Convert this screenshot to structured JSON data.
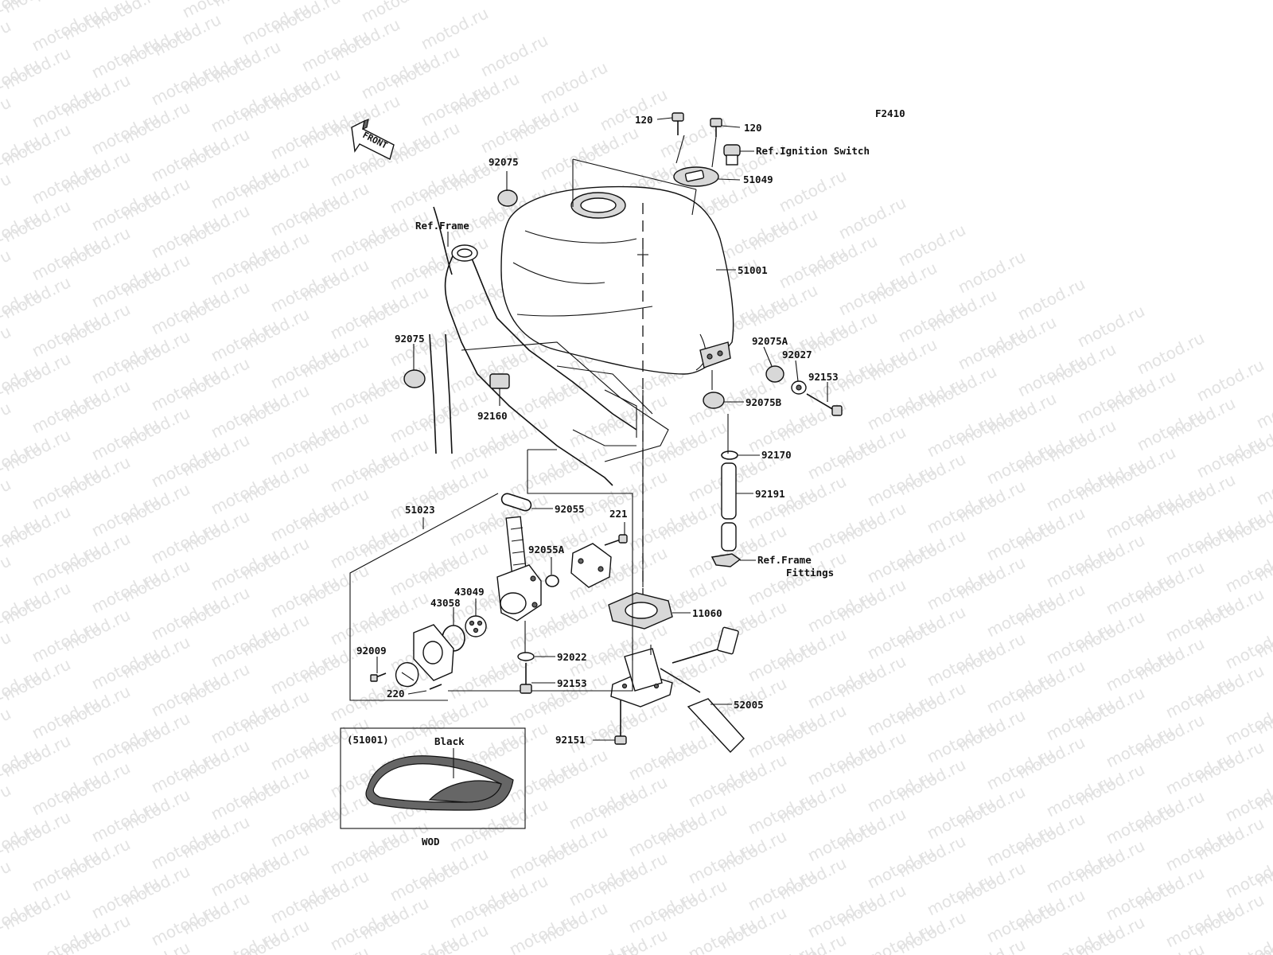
{
  "diagram_code": "F2410",
  "front_label": "FRONT",
  "watermark_text": "motod.ru",
  "callouts": {
    "c120a": "120",
    "c120b": "120",
    "ignition": "Ref.Ignition Switch",
    "p51049": "51049",
    "p92075top": "92075",
    "refframe": "Ref.Frame",
    "p51001": "51001",
    "p92075left": "92075",
    "p92075a": "92075A",
    "p92027": "92027",
    "p92153r": "92153",
    "p92160": "92160",
    "p92075b": "92075B",
    "p92170": "92170",
    "p92191": "92191",
    "p51023": "51023",
    "p92055": "92055",
    "p221": "221",
    "p92055a": "92055A",
    "p43049": "43049",
    "p43058": "43058",
    "reffittings1": "Ref.Frame",
    "reffittings2": "Fittings",
    "p11060": "11060",
    "p92009": "92009",
    "p92022": "92022",
    "p92153b": "92153",
    "p220": "220",
    "p52005": "52005",
    "p92151": "92151"
  },
  "inset": {
    "part_ref": "(51001)",
    "color_label": "Black",
    "code": "WOD"
  }
}
